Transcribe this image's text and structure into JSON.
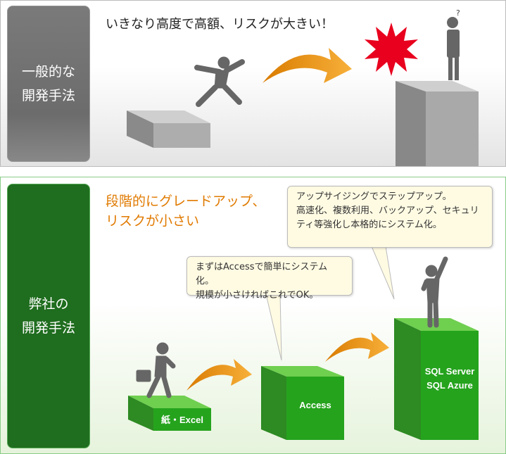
{
  "conventional": {
    "label": "一般的な\n開発手法",
    "headline": "いきなり高度で高額、リスクが大きい！"
  },
  "ours": {
    "label": "弊社の\n開発手法",
    "headline": "段階的にグレードアップ、\nリスクが小さい",
    "bubble_access": "まずはAccessで簡単にシステム化。\n規模が小さければこれでOK。",
    "bubble_sql": "アップサイジングでステップアップ。\n高速化、複数利用、バックアップ、セキュリ\nティ等強化し本格的にシステム化。",
    "steps": [
      "紙・Excel",
      "Access",
      "SQL Server\nSQL Azure"
    ]
  },
  "colors": {
    "accent_orange": "#e98f0f",
    "green": "#2aa52a",
    "gray_panel": "#777777"
  }
}
